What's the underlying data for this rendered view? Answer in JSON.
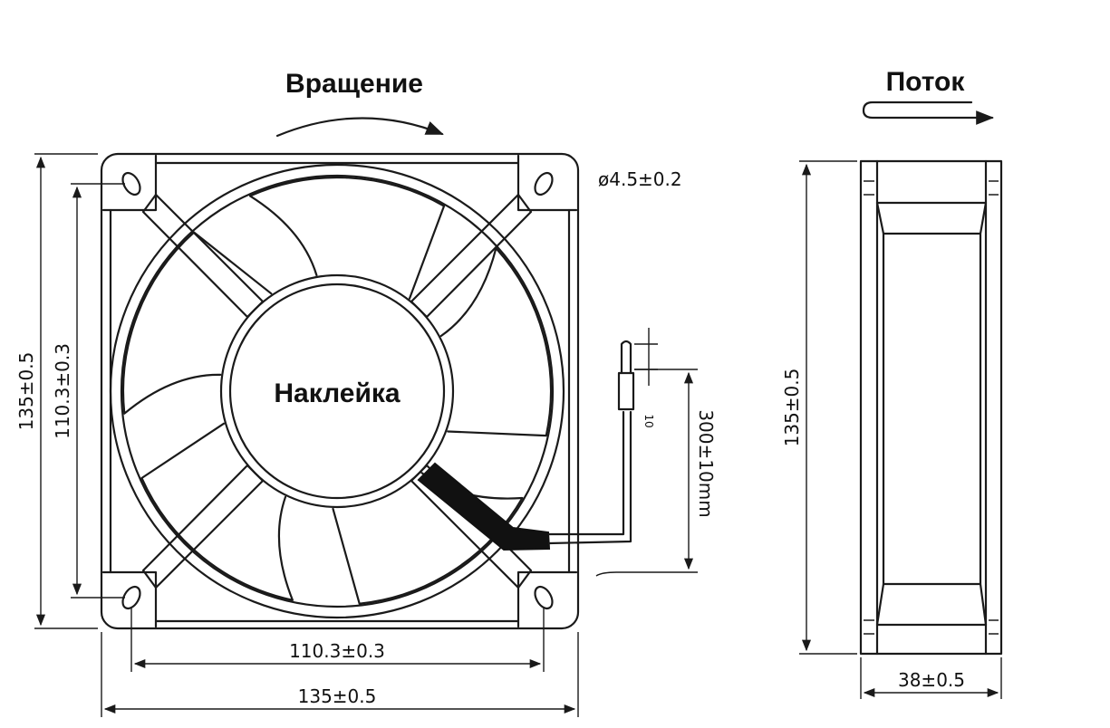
{
  "labels": {
    "rotation": "Вращение",
    "flow": "Поток",
    "sticker": "Наклейка"
  },
  "dims": {
    "hole_diameter": "ø4.5±0.2",
    "front_height_outer": "135±0.5",
    "front_height_inner": "110.3±0.3",
    "front_width_inner": "110.3±0.3",
    "front_width_outer": "135±0.5",
    "cable_length": "300±10mm",
    "wire_strip": "10",
    "side_height": "135±0.5",
    "side_depth": "38±0.5"
  }
}
